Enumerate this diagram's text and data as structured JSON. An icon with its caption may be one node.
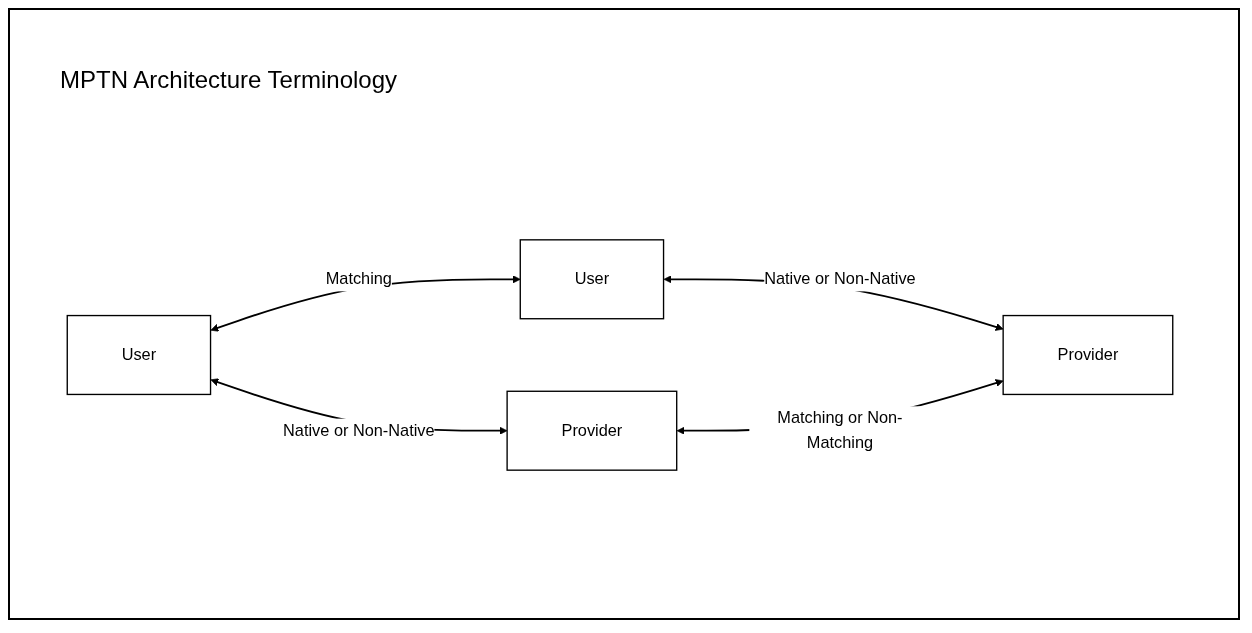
{
  "diagram": {
    "title": "MPTN Architecture Terminology",
    "nodes": [
      {
        "text": [
          "User"
        ]
      },
      {
        "text": [
          "User"
        ]
      },
      {
        "text": [
          "Provider"
        ]
      },
      {
        "text": [
          "Provider"
        ]
      }
    ],
    "edges": [
      {
        "from": 0,
        "to": 1,
        "arrow": "both",
        "label": "Matching"
      },
      {
        "from": 0,
        "to": 2,
        "arrow": "both",
        "label": "Native or Non-Native"
      },
      {
        "from": 1,
        "to": 3,
        "arrow": "both",
        "label": "Native or Non-Native"
      },
      {
        "from": 2,
        "to": 3,
        "arrow": "both",
        "label": "Matching or Non-Matching"
      }
    ]
  }
}
